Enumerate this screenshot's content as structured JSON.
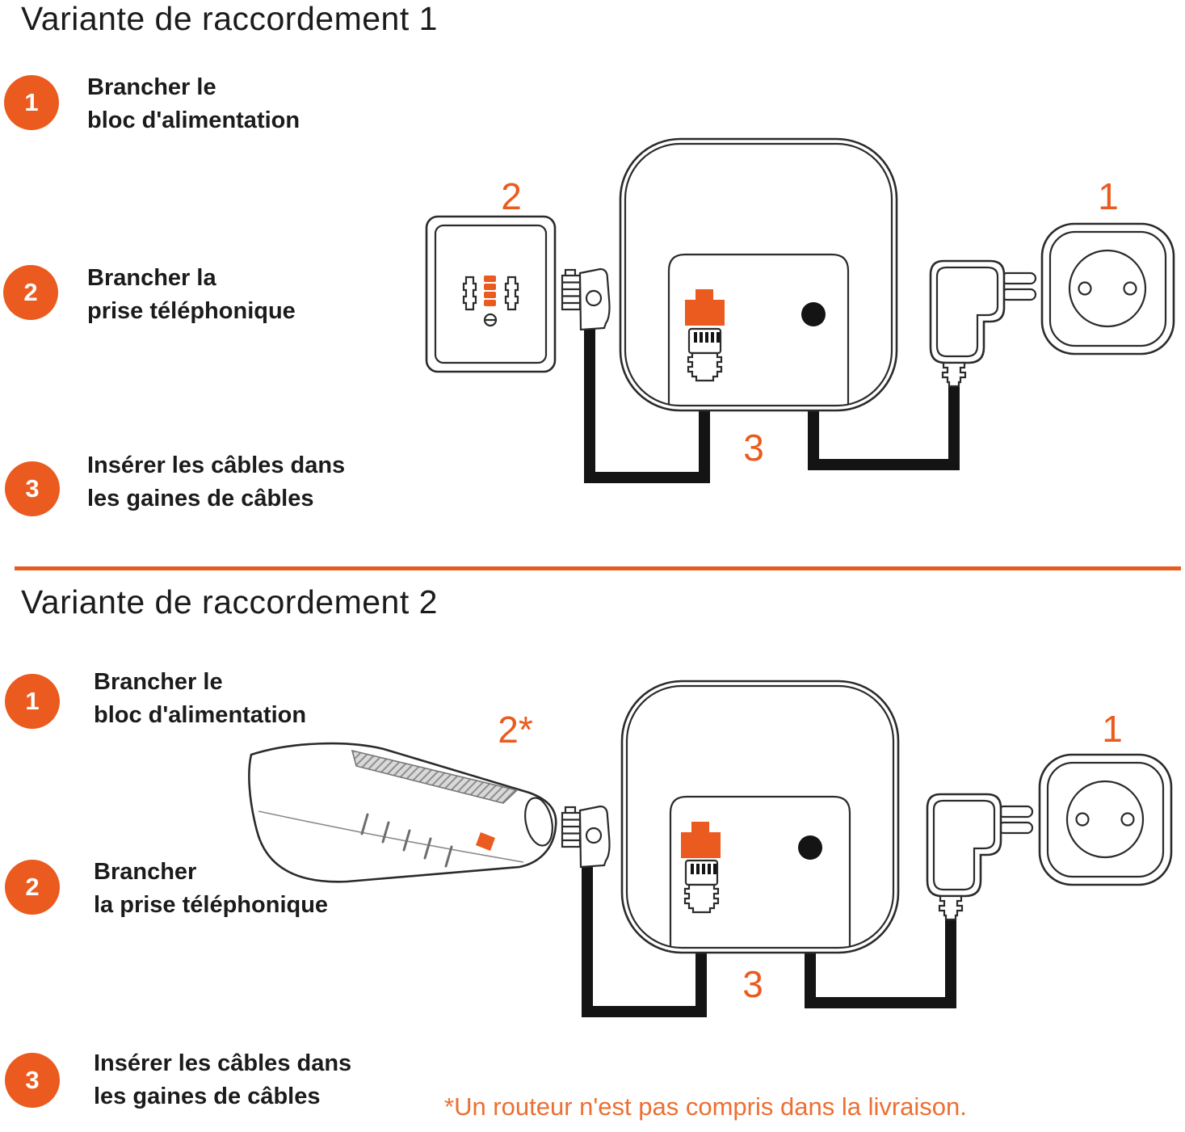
{
  "accent_color": "#EB5A1E",
  "footnote_color": "#EC6F33",
  "section1": {
    "title": "Variante de raccordement 1",
    "steps": [
      {
        "num": "1",
        "line1": "Brancher le",
        "line2": "bloc d'alimentation"
      },
      {
        "num": "2",
        "line1": "Brancher la",
        "line2": "prise téléphonique"
      },
      {
        "num": "3",
        "line1": "Insérer les câbles dans",
        "line2": "les gaines de câbles"
      }
    ],
    "diagram": {
      "socket_label": "2",
      "outlet_label": "1",
      "cable_label": "3"
    }
  },
  "section2": {
    "title": "Variante de raccordement 2",
    "steps": [
      {
        "num": "1",
        "line1": "Brancher le",
        "line2": "bloc d'alimentation"
      },
      {
        "num": "2",
        "line1": "Brancher",
        "line2": "la prise téléphonique"
      },
      {
        "num": "3",
        "line1": "Insérer les câbles dans",
        "line2": "les gaines de câbles"
      }
    ],
    "diagram": {
      "router_label": "2*",
      "outlet_label": "1",
      "cable_label": "3"
    },
    "footnote": "*Un routeur n'est pas compris dans la livraison."
  }
}
